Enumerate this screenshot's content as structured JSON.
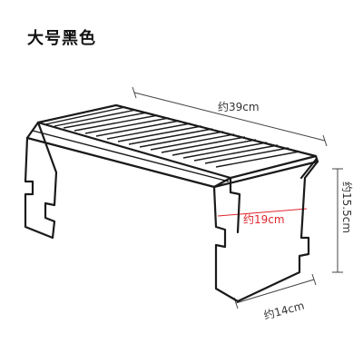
{
  "title": "大号黑色",
  "dimensions": {
    "length": "约39cm",
    "depth": "约19cm",
    "height": "约15.5cm",
    "width": "约14cm"
  },
  "colors": {
    "rack": "#1a1a1a",
    "dimension_line": "#444444",
    "depth_line": "#e0242c"
  }
}
